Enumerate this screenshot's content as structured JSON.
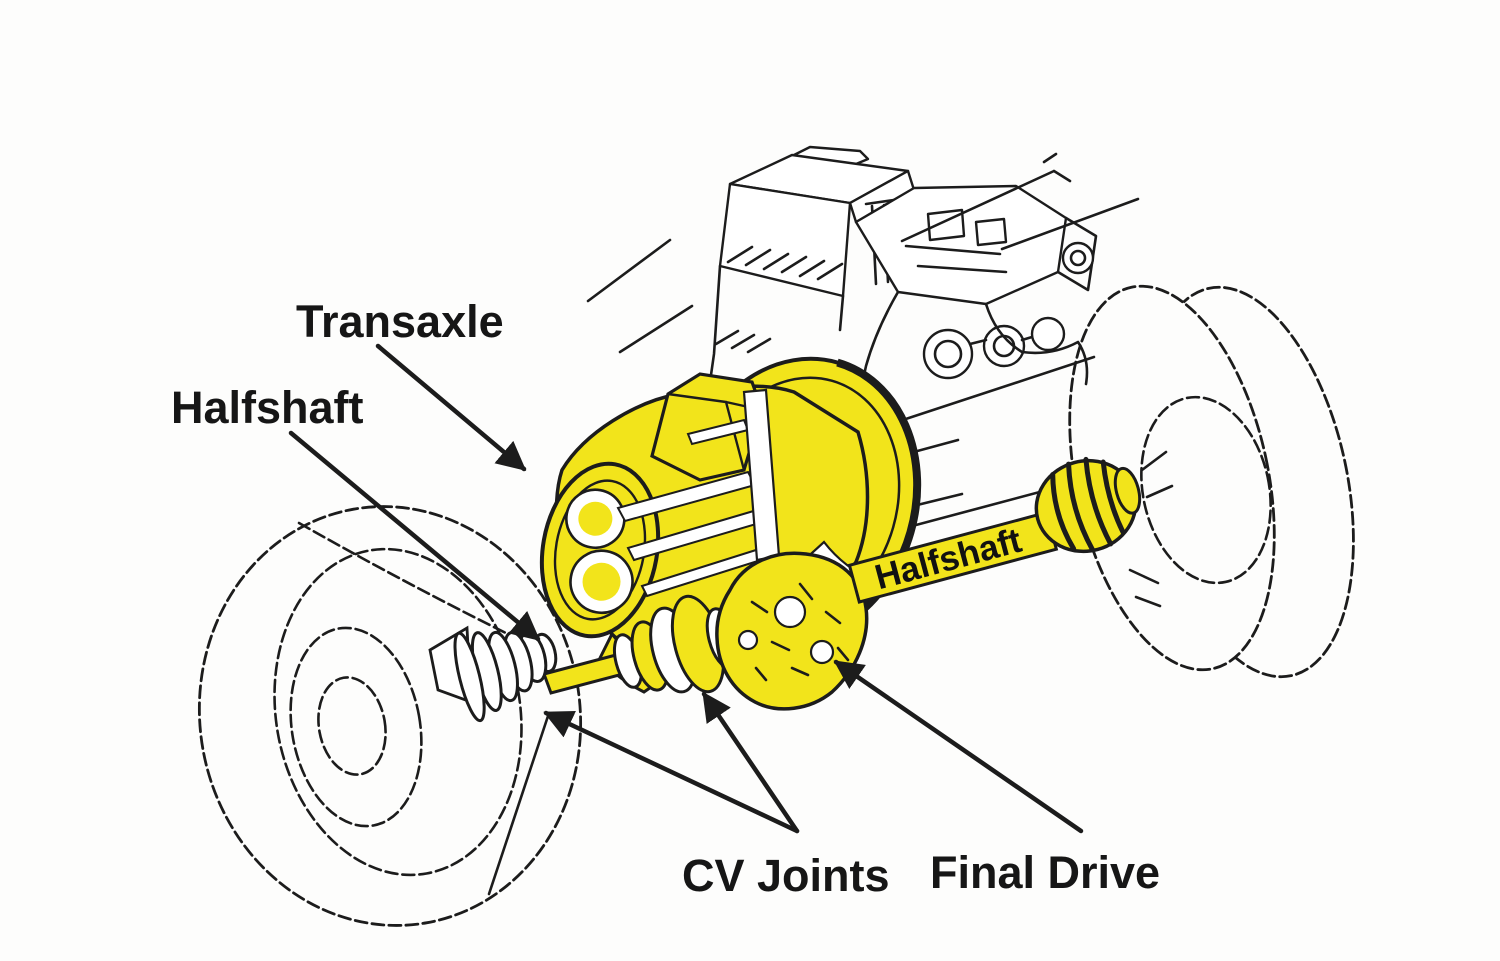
{
  "colors": {
    "background": "#fdfdfc",
    "ink": "#1c1c1c",
    "highlight": "#f2e41b"
  },
  "labels": {
    "transaxle": "Transaxle",
    "halfshaft": "Halfshaft",
    "halfshaft_on_shaft": "Halfshaft",
    "cv_joints": "CV Joints",
    "final_drive": "Final Drive"
  }
}
